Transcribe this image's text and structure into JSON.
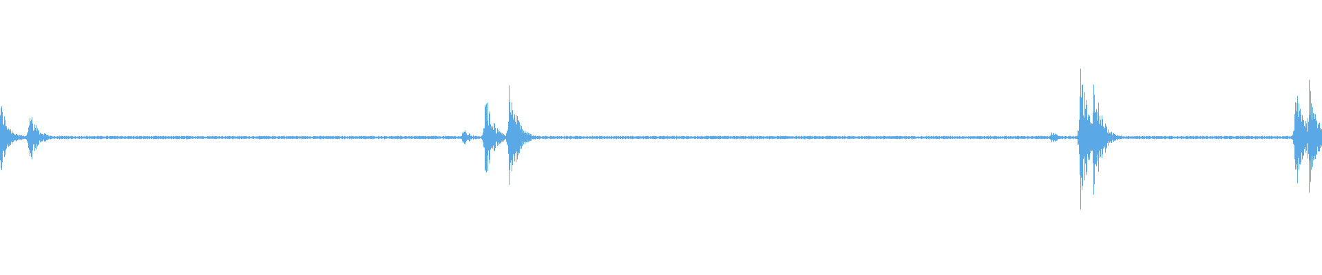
{
  "waveform": {
    "color": "#5aa8e6",
    "background": "#ffffff",
    "bursts": [
      {
        "center": 0.0,
        "peak": 0.5
      },
      {
        "center": 0.022,
        "peak": 0.4
      },
      {
        "center": 0.35,
        "peak": 0.12
      },
      {
        "center": 0.367,
        "peak": 0.6
      },
      {
        "center": 0.385,
        "peak": 0.8
      },
      {
        "center": 0.795,
        "peak": 0.08
      },
      {
        "center": 0.817,
        "peak": 1.0
      },
      {
        "center": 0.827,
        "peak": 0.85
      },
      {
        "center": 0.98,
        "peak": 0.85
      },
      {
        "center": 0.99,
        "peak": 0.75
      }
    ]
  }
}
